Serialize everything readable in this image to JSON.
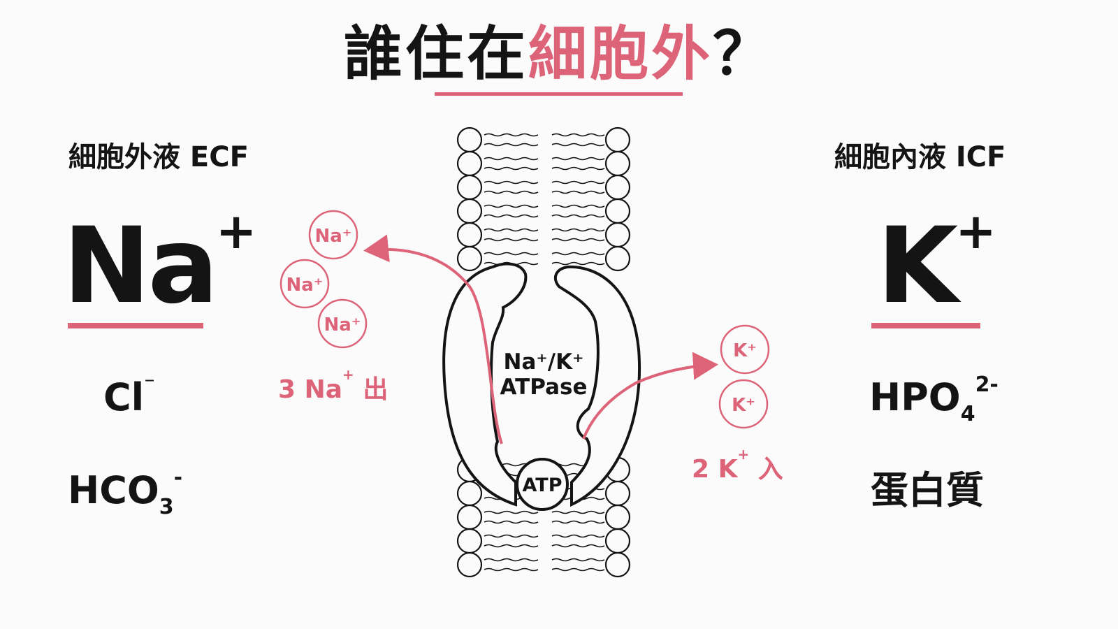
{
  "title": {
    "part1": "誰住在",
    "part2": "細胞外",
    "part3": "？"
  },
  "ecf": {
    "heading": "細胞外液 ECF",
    "main_ion": {
      "base": "Na",
      "charge": "+"
    },
    "ions": [
      {
        "base": "Cl",
        "charge": "⁻"
      },
      {
        "base": "HCO",
        "sub": "3",
        "charge": "-"
      }
    ]
  },
  "icf": {
    "heading": "細胞內液 ICF",
    "main_ion": {
      "base": "K",
      "charge": "+"
    },
    "ions": [
      {
        "base": "HPO",
        "sub": "4",
        "charge": "2-"
      },
      {
        "base": "蛋白質"
      }
    ]
  },
  "pump": {
    "name_line1": "Na⁺/K⁺",
    "name_line2": "ATPase",
    "atp": "ATP"
  },
  "na_out": {
    "ion_label": "Na⁺",
    "count": 3,
    "label_num": "3 Na",
    "label_charge": "+",
    "label_dir": "出"
  },
  "k_in": {
    "ion_label": "K⁺",
    "count": 2,
    "label_num": "2 K",
    "label_charge": "+",
    "label_dir": "入"
  },
  "colors": {
    "accent": "#dd6378",
    "text": "#141414",
    "background": "#fbfbfb"
  }
}
